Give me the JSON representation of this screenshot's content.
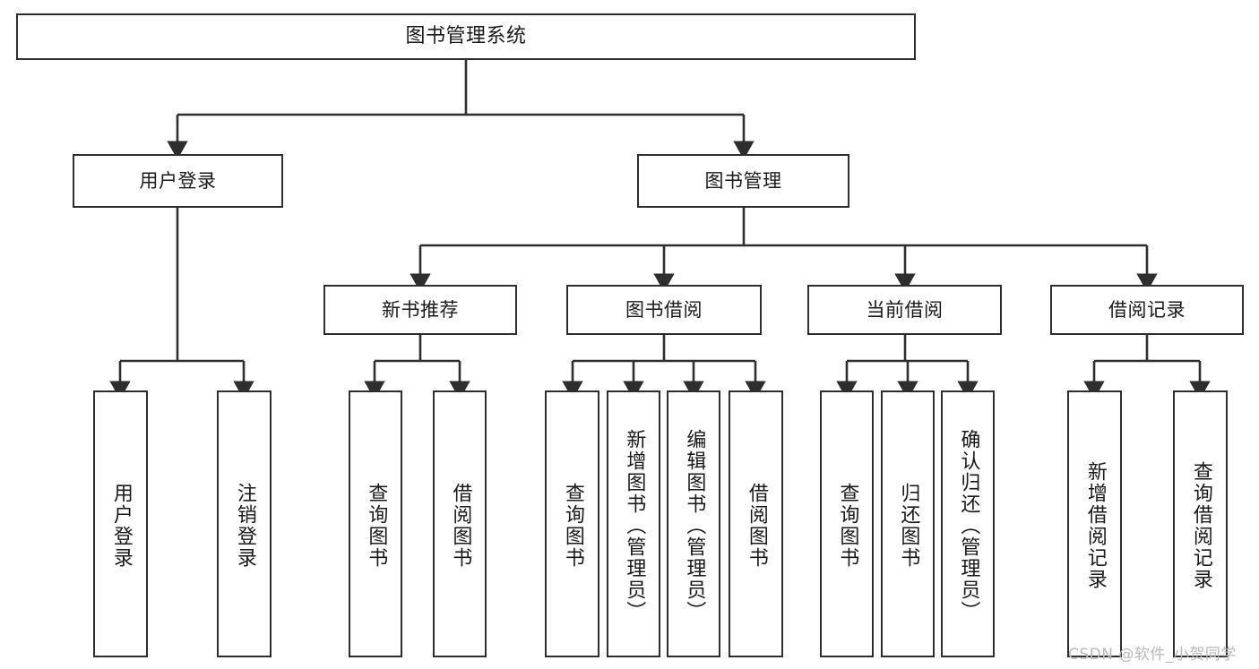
{
  "diagram": {
    "type": "hierarchy-tree",
    "title": "图书管理系统",
    "levels": 4,
    "line_color": "#2e2e2e",
    "box_fill": "#ffffff",
    "text_color": "#1a1a1a"
  },
  "root": {
    "label": "图书管理系统"
  },
  "level2": [
    {
      "label": "用户登录"
    },
    {
      "label": "图书管理"
    }
  ],
  "level3": [
    {
      "label": "新书推荐"
    },
    {
      "label": "图书借阅"
    },
    {
      "label": "当前借阅"
    },
    {
      "label": "借阅记录"
    }
  ],
  "leaves": {
    "user_login": [
      {
        "label": "用户登录"
      },
      {
        "label": "注销登录"
      }
    ],
    "new_book_recommend": [
      {
        "label": "查询图书"
      },
      {
        "label": "借阅图书"
      }
    ],
    "book_borrow": [
      {
        "label": "查询图书"
      },
      {
        "label": "新增图书（管理员）"
      },
      {
        "label": "编辑图书（管理员）"
      },
      {
        "label": "借阅图书"
      }
    ],
    "current_borrow": [
      {
        "label": "查询图书"
      },
      {
        "label": "归还图书"
      },
      {
        "label": "确认归还（管理员）"
      }
    ],
    "borrow_record": [
      {
        "label": "新增借阅记录"
      },
      {
        "label": "查询借阅记录"
      }
    ]
  },
  "watermark": {
    "text": "CSDN @软件_小贺同学"
  }
}
